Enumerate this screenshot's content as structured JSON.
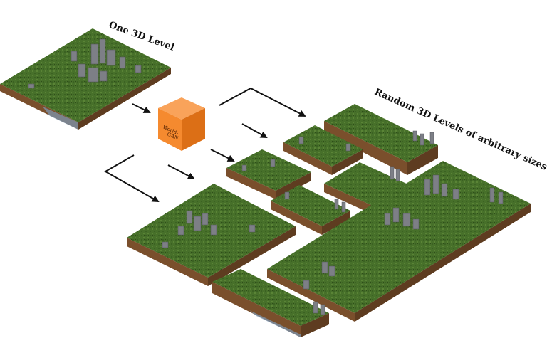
{
  "title_source": "One 3D Level",
  "title_outputs": "Random 3D Levels of arbitrary sizes",
  "generator": {
    "line1": "World-",
    "line2": "GAN"
  },
  "colors": {
    "grass_top": "#47702a",
    "grass_dark": "#2f4f1a",
    "dirt_front": "#7a4f2c",
    "dirt_side": "#5e3c20",
    "stone": "#7d7f86",
    "stone_dark": "#55575d",
    "water": "#7e9ab6",
    "cube_top": "#f9a35a",
    "cube_left": "#f58a2f",
    "cube_right": "#dc6f16",
    "arrow": "#111111"
  }
}
